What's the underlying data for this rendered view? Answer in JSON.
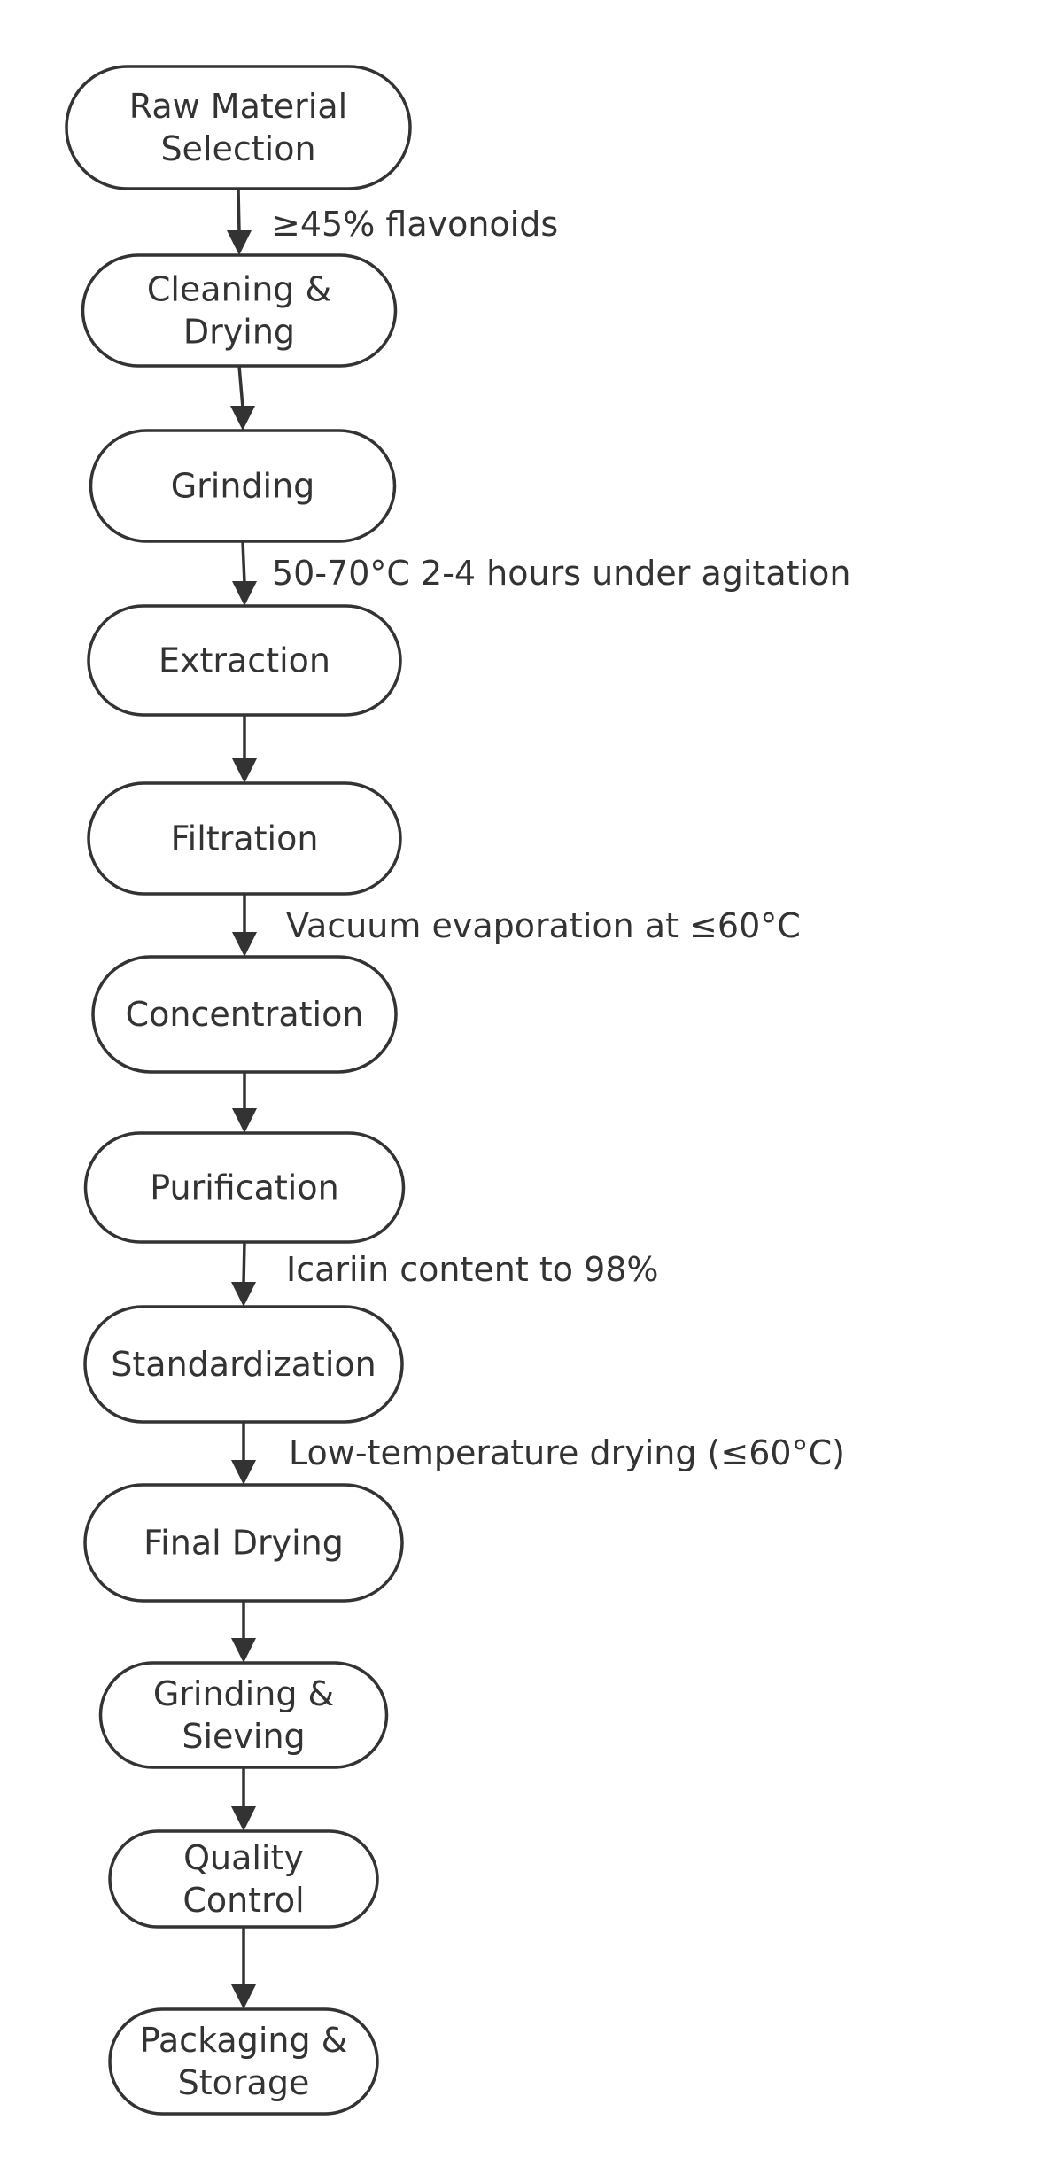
{
  "nodes": [
    {
      "id": "raw-material-selection",
      "lines": [
        "Raw Material",
        "Selection"
      ]
    },
    {
      "id": "cleaning-drying",
      "lines": [
        "Cleaning &",
        "Drying"
      ]
    },
    {
      "id": "grinding",
      "lines": [
        "Grinding"
      ]
    },
    {
      "id": "extraction",
      "lines": [
        "Extraction"
      ]
    },
    {
      "id": "filtration",
      "lines": [
        "Filtration"
      ]
    },
    {
      "id": "concentration",
      "lines": [
        "Concentration"
      ]
    },
    {
      "id": "purification",
      "lines": [
        "Purification"
      ]
    },
    {
      "id": "standardization",
      "lines": [
        "Standardization"
      ]
    },
    {
      "id": "final-drying",
      "lines": [
        "Final Drying"
      ]
    },
    {
      "id": "grinding-sieving",
      "lines": [
        "Grinding &",
        "Sieving"
      ]
    },
    {
      "id": "quality-control",
      "lines": [
        "Quality",
        "Control"
      ]
    },
    {
      "id": "packaging-storage",
      "lines": [
        "Packaging &",
        "Storage"
      ]
    }
  ],
  "edges": [
    {
      "from": "raw-material-selection",
      "to": "cleaning-drying",
      "label": "≥45% flavonoids"
    },
    {
      "from": "cleaning-drying",
      "to": "grinding",
      "label": ""
    },
    {
      "from": "grinding",
      "to": "extraction",
      "label": "50-70°C 2-4 hours under agitation"
    },
    {
      "from": "extraction",
      "to": "filtration",
      "label": ""
    },
    {
      "from": "filtration",
      "to": "concentration",
      "label": "Vacuum evaporation at ≤60°C"
    },
    {
      "from": "concentration",
      "to": "purification",
      "label": ""
    },
    {
      "from": "purification",
      "to": "standardization",
      "label": "Icariin content to 98%"
    },
    {
      "from": "standardization",
      "to": "final-drying",
      "label": "Low-temperature drying (≤60°C)"
    },
    {
      "from": "final-drying",
      "to": "grinding-sieving",
      "label": ""
    },
    {
      "from": "grinding-sieving",
      "to": "quality-control",
      "label": ""
    },
    {
      "from": "quality-control",
      "to": "packaging-storage",
      "label": ""
    }
  ],
  "colors": {
    "stroke": "#333333",
    "fill": "#ffffff",
    "text": "#333333",
    "background": "#ffffff"
  }
}
